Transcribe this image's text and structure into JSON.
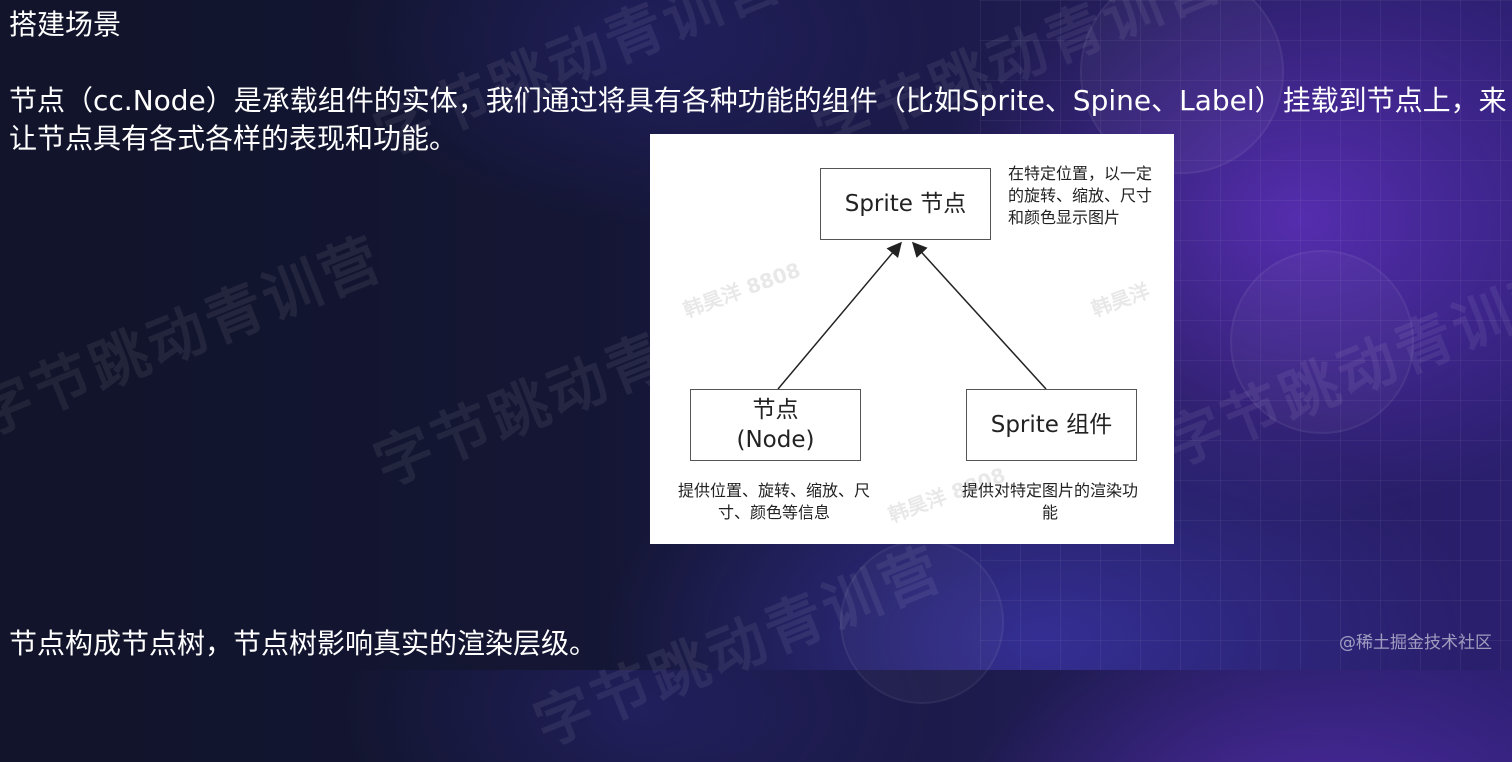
{
  "slide": {
    "title": "搭建场景",
    "paragraph": "节点（cc.Node）是承载组件的实体，我们通过将具有各种功能的组件（比如Sprite、Spine、Label）挂载到节点上，来让节点具有各式各样的表现和功能。",
    "footer": "节点构成节点树，节点树影响真实的渲染层级。",
    "credit": "@稀土掘金技术社区"
  },
  "watermarks": {
    "brand": "字节跳动青训营",
    "diagram_mark_a": "韩昊洋 8808",
    "diagram_mark_b": "韩昊洋",
    "diagram_mark_c": "韩昊洋 8808"
  },
  "diagram": {
    "sprite_node": {
      "label": "Sprite 节点",
      "note": "在特定位置，以一定的旋转、缩放、尺寸和颜色显示图片"
    },
    "node": {
      "label_line1": "节点",
      "label_line2": "(Node)",
      "note": "提供位置、旋转、缩放、尺寸、颜色等信息"
    },
    "sprite_component": {
      "label": "Sprite 组件",
      "note": "提供对特定图片的渲染功能"
    }
  },
  "colors": {
    "background_left": "#11142a",
    "background_right": "#2b1f6f",
    "text": "#ffffff",
    "diagram_bg": "#ffffff"
  }
}
